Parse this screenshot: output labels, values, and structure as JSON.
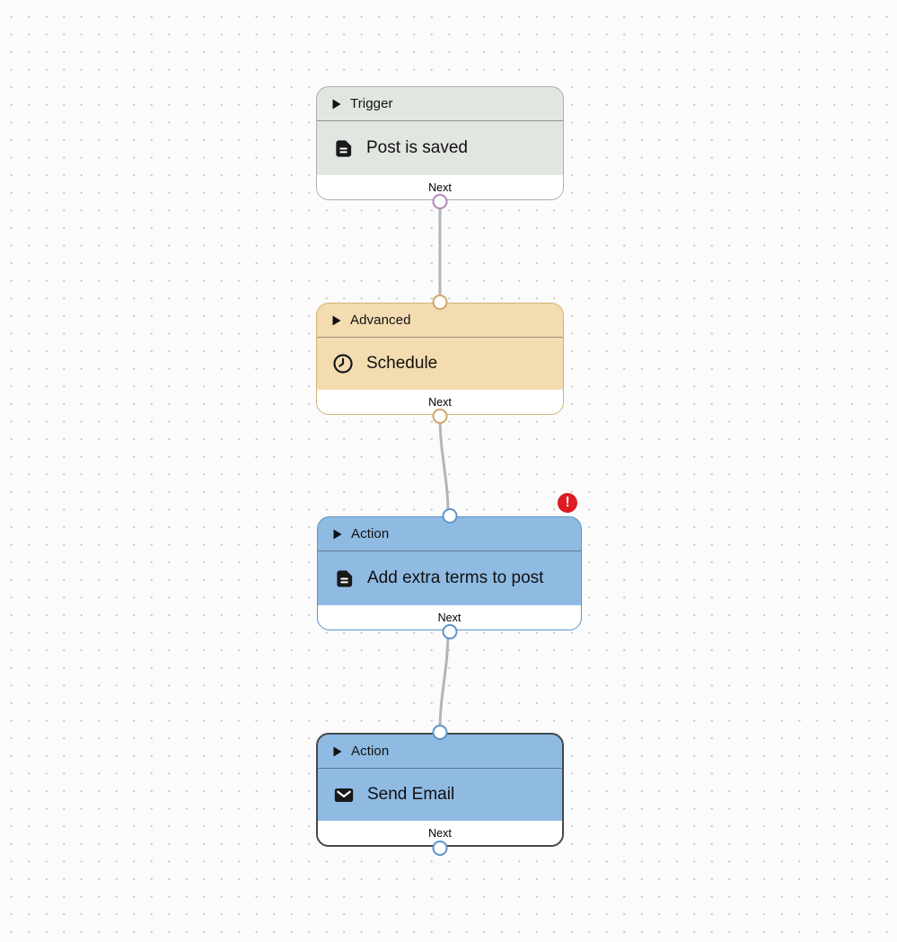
{
  "canvas": {
    "background_color": "#fbfbfb",
    "dot_color": "#c9c9c9",
    "connector_color": "#b4b4bb"
  },
  "nodes": [
    {
      "category": "Trigger",
      "title": "Post is saved",
      "icon": "document-icon",
      "footer_label": "Next",
      "fill_color": "#e2e6e1",
      "border_color": "#a9b3aa",
      "port_color": "#b287b5",
      "has_error": false,
      "selected": false
    },
    {
      "category": "Advanced",
      "title": "Schedule",
      "icon": "clock-icon",
      "footer_label": "Next",
      "fill_color": "#f4dcb1",
      "border_color": "#d3b277",
      "port_color": "#cfa86b",
      "has_error": false,
      "selected": false
    },
    {
      "category": "Action",
      "title": "Add extra terms to post",
      "icon": "document-icon",
      "footer_label": "Next",
      "fill_color": "#8fbbe3",
      "border_color": "#5d94c9",
      "port_color": "#5d94c9",
      "has_error": true,
      "selected": false
    },
    {
      "category": "Action",
      "title": "Send Email",
      "icon": "envelope-icon",
      "footer_label": "Next",
      "fill_color": "#8fbbe3",
      "border_color": "#44484c",
      "port_color": "#5d94c9",
      "has_error": false,
      "selected": true
    }
  ],
  "error_badge": {
    "glyph": "!",
    "color": "#dc1b22"
  }
}
